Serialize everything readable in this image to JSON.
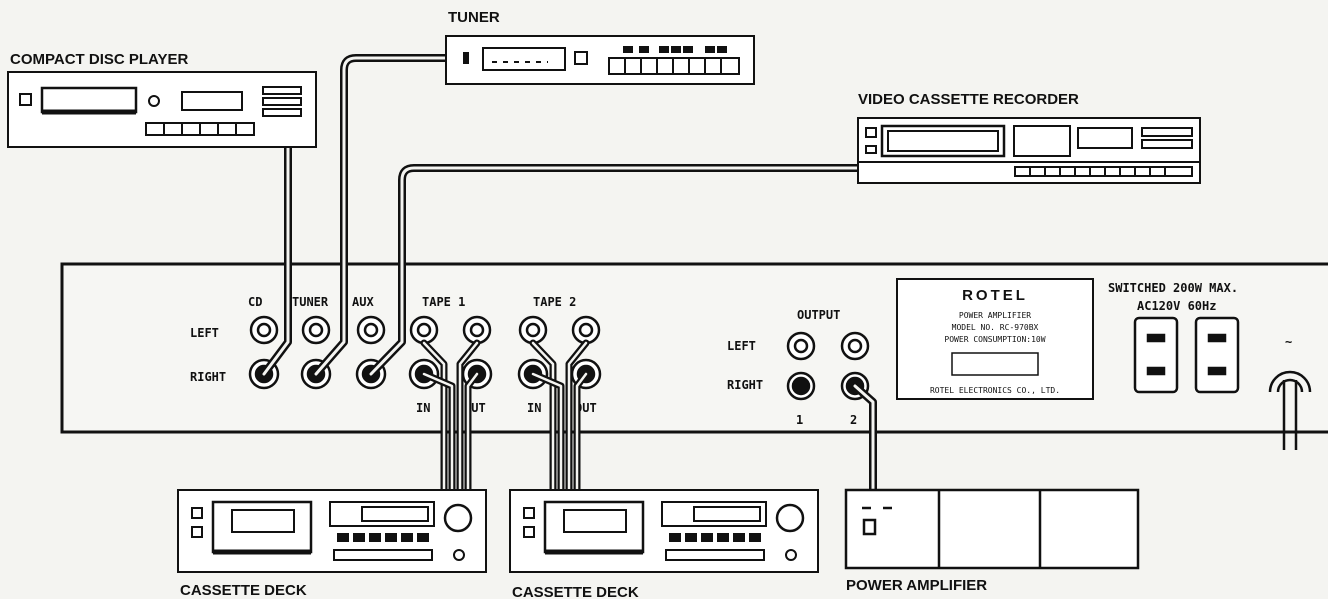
{
  "devices": {
    "cd_player": "COMPACT DISC PLAYER",
    "tuner": "TUNER",
    "vcr": "VIDEO CASSETTE RECORDER",
    "cassette_deck_1": "CASSETTE DECK",
    "cassette_deck_2": "CASSETTE DECK",
    "power_amp": "POWER AMPLIFIER"
  },
  "panel": {
    "cd": "CD",
    "tuner": "TUNER",
    "aux": "AUX",
    "tape1": "TAPE 1",
    "tape2": "TAPE 2",
    "left": "LEFT",
    "right": "RIGHT",
    "in1": "IN",
    "out1": "OUT",
    "in2": "IN",
    "out2": "OUT",
    "output": "OUTPUT",
    "output_left": "LEFT",
    "output_right": "RIGHT",
    "output_1": "1",
    "output_2": "2",
    "switched": "SWITCHED 200W MAX.",
    "ac": "AC120V 60Hz",
    "ac_symbol": "~"
  },
  "plate": {
    "brand": "ROTEL",
    "line1": "POWER AMPLIFIER",
    "line2": "MODEL NO.  RC-970BX",
    "line3": "POWER CONSUMPTION:10W",
    "line4": "ROTEL ELECTRONICS CO., LTD."
  }
}
